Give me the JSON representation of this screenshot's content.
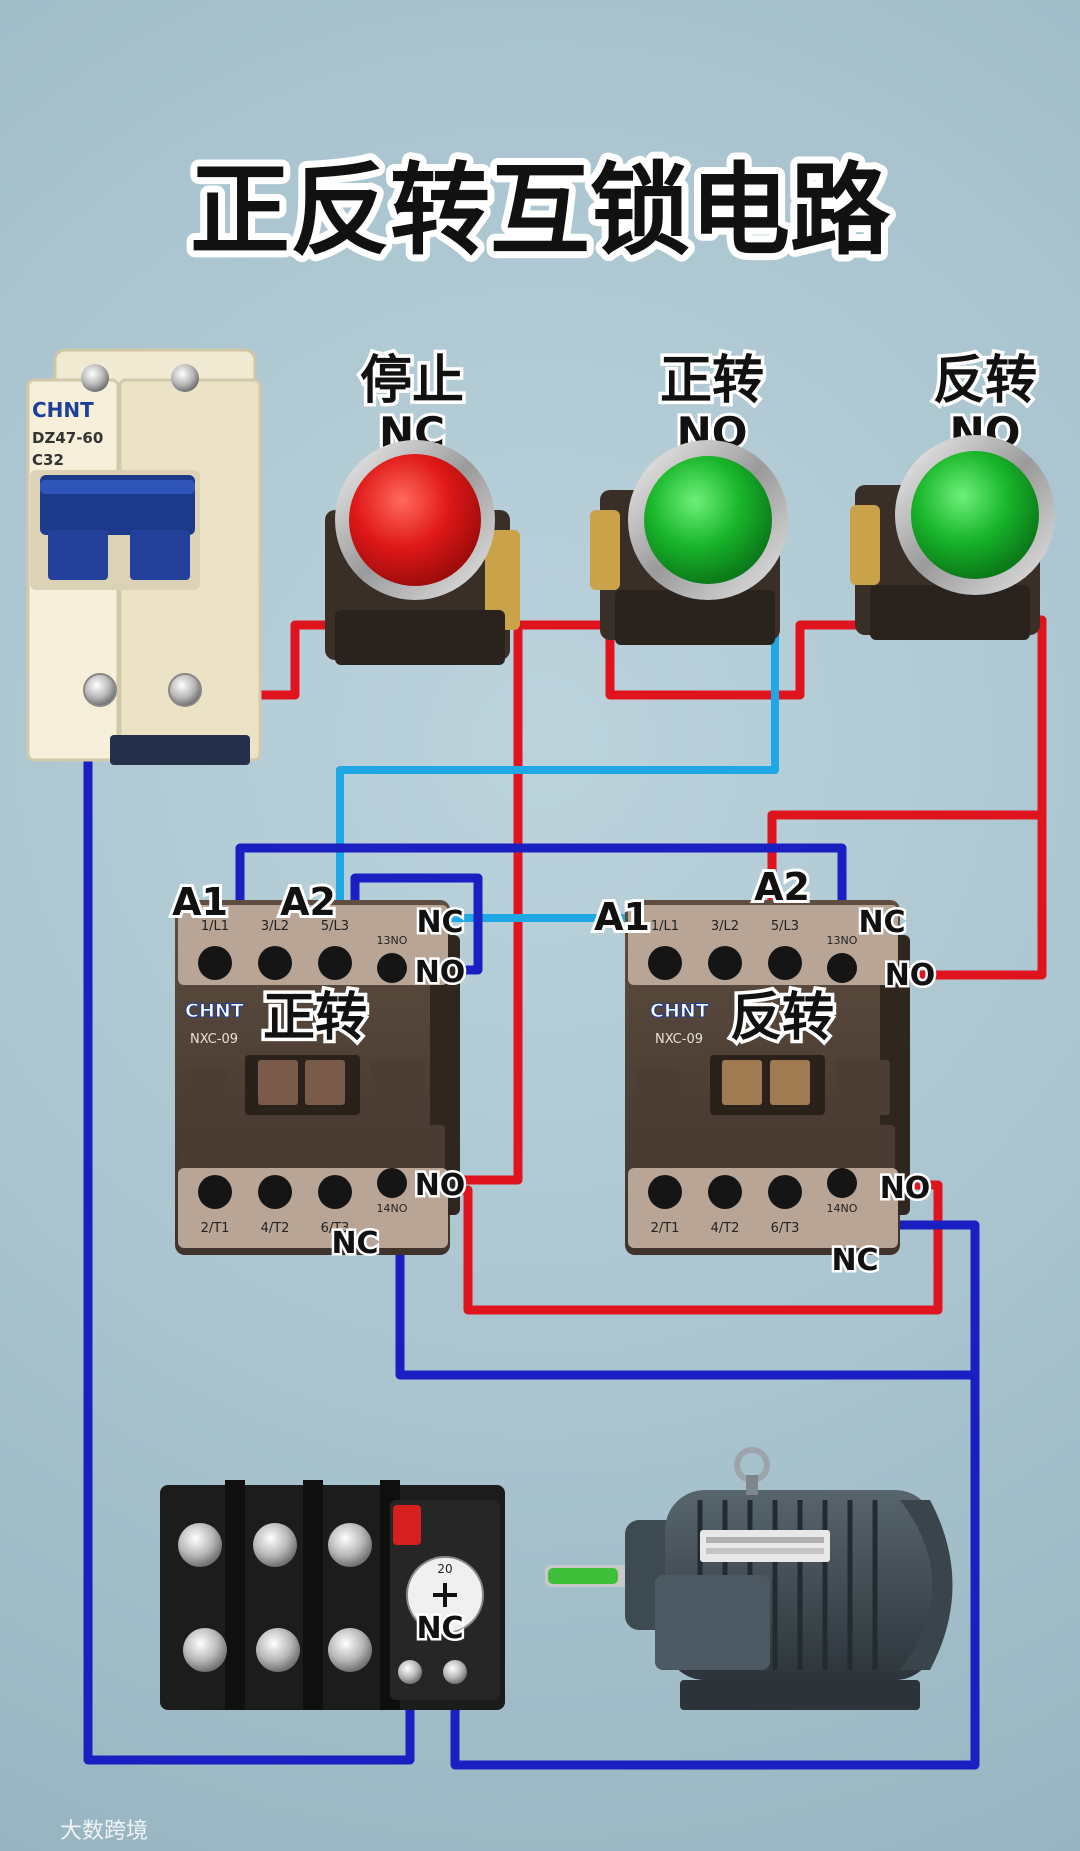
{
  "title": "正反转互锁电路",
  "breaker": {
    "brand": "CHNT",
    "model": "DZ47-60",
    "rating": "C32"
  },
  "buttons": {
    "stop": {
      "name": "停止",
      "contact": "NC",
      "color": "#e01818"
    },
    "forward": {
      "name": "正转",
      "contact": "NO",
      "color": "#18b52a"
    },
    "reverse": {
      "name": "反转",
      "contact": "NO",
      "color": "#18b52a"
    }
  },
  "contactor_forward": {
    "brand": "CHNT",
    "model": "NXC-09",
    "name": "正转",
    "coil_a1": "A1",
    "coil_a2": "A2",
    "top_nc": "NC",
    "top_no": "NO",
    "bottom_no": "NO",
    "bottom_nc": "NC",
    "terminals_top": [
      "1/L1",
      "3/L2",
      "5/L3",
      "13NO"
    ],
    "terminals_bottom": [
      "2/T1",
      "4/T2",
      "6/T3",
      "14NO"
    ]
  },
  "contactor_reverse": {
    "brand": "CHNT",
    "model": "NXC-09",
    "name": "反转",
    "coil_a1": "A1",
    "coil_a2": "A2",
    "top_nc": "NC",
    "top_no": "NO",
    "bottom_no": "NO",
    "bottom_nc": "NC",
    "terminals_top": [
      "1/L1",
      "3/L2",
      "5/L3",
      "13NO"
    ],
    "terminals_bottom": [
      "2/T1",
      "4/T2",
      "6/T3",
      "14NO"
    ]
  },
  "thermal_relay": {
    "contact": "NC",
    "dial_value": "20"
  },
  "watermark": "大数跨境",
  "colors": {
    "wire_red": "#e0141e",
    "wire_blue": "#1a1fc2",
    "wire_cyan": "#1fa8e6"
  }
}
